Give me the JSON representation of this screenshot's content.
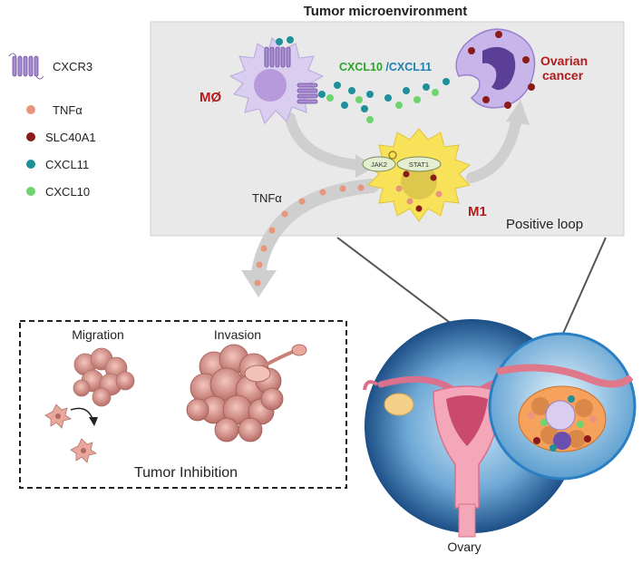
{
  "title": "Tumor microenvironment",
  "legend": [
    {
      "key": "cxcr3",
      "label": "CXCR3",
      "color": "#a98bd0"
    },
    {
      "key": "tnfa",
      "label": "TNFα",
      "color": "#e8957c"
    },
    {
      "key": "slc40a1",
      "label": "SLC40A1",
      "color": "#8b1a1a"
    },
    {
      "key": "cxcl11",
      "label": "CXCL11",
      "color": "#1f8f9a"
    },
    {
      "key": "cxcl10",
      "label": "CXCL10",
      "color": "#6fd36f"
    }
  ],
  "cells": {
    "macrophage": "MØ",
    "m1": "M1",
    "jak2": "JAK2",
    "stat1": "STAT1",
    "cancer_line1": "Ovarian",
    "cancer_line2": "cancer"
  },
  "chemokine": {
    "part1": "CXCL10",
    "sep": " /",
    "part2": "CXCL11"
  },
  "tnfa_label": "TNFα",
  "positive_loop": "Positive loop",
  "inhibition": {
    "migration": "Migration",
    "invasion": "Invasion",
    "title": "Tumor Inhibition"
  },
  "ovary": "Ovary",
  "colors": {
    "panel_bg": "#e9e9e9",
    "accent_red": "#b31b1b",
    "macrophage": "#d9cdf0",
    "m1_cell": "#f7e25a",
    "cancer_cell": "#b39de0",
    "arrow": "#cfcfcf",
    "cxcl10_text": "#2aa52a",
    "cxcl11_text": "#1e7fb0"
  }
}
